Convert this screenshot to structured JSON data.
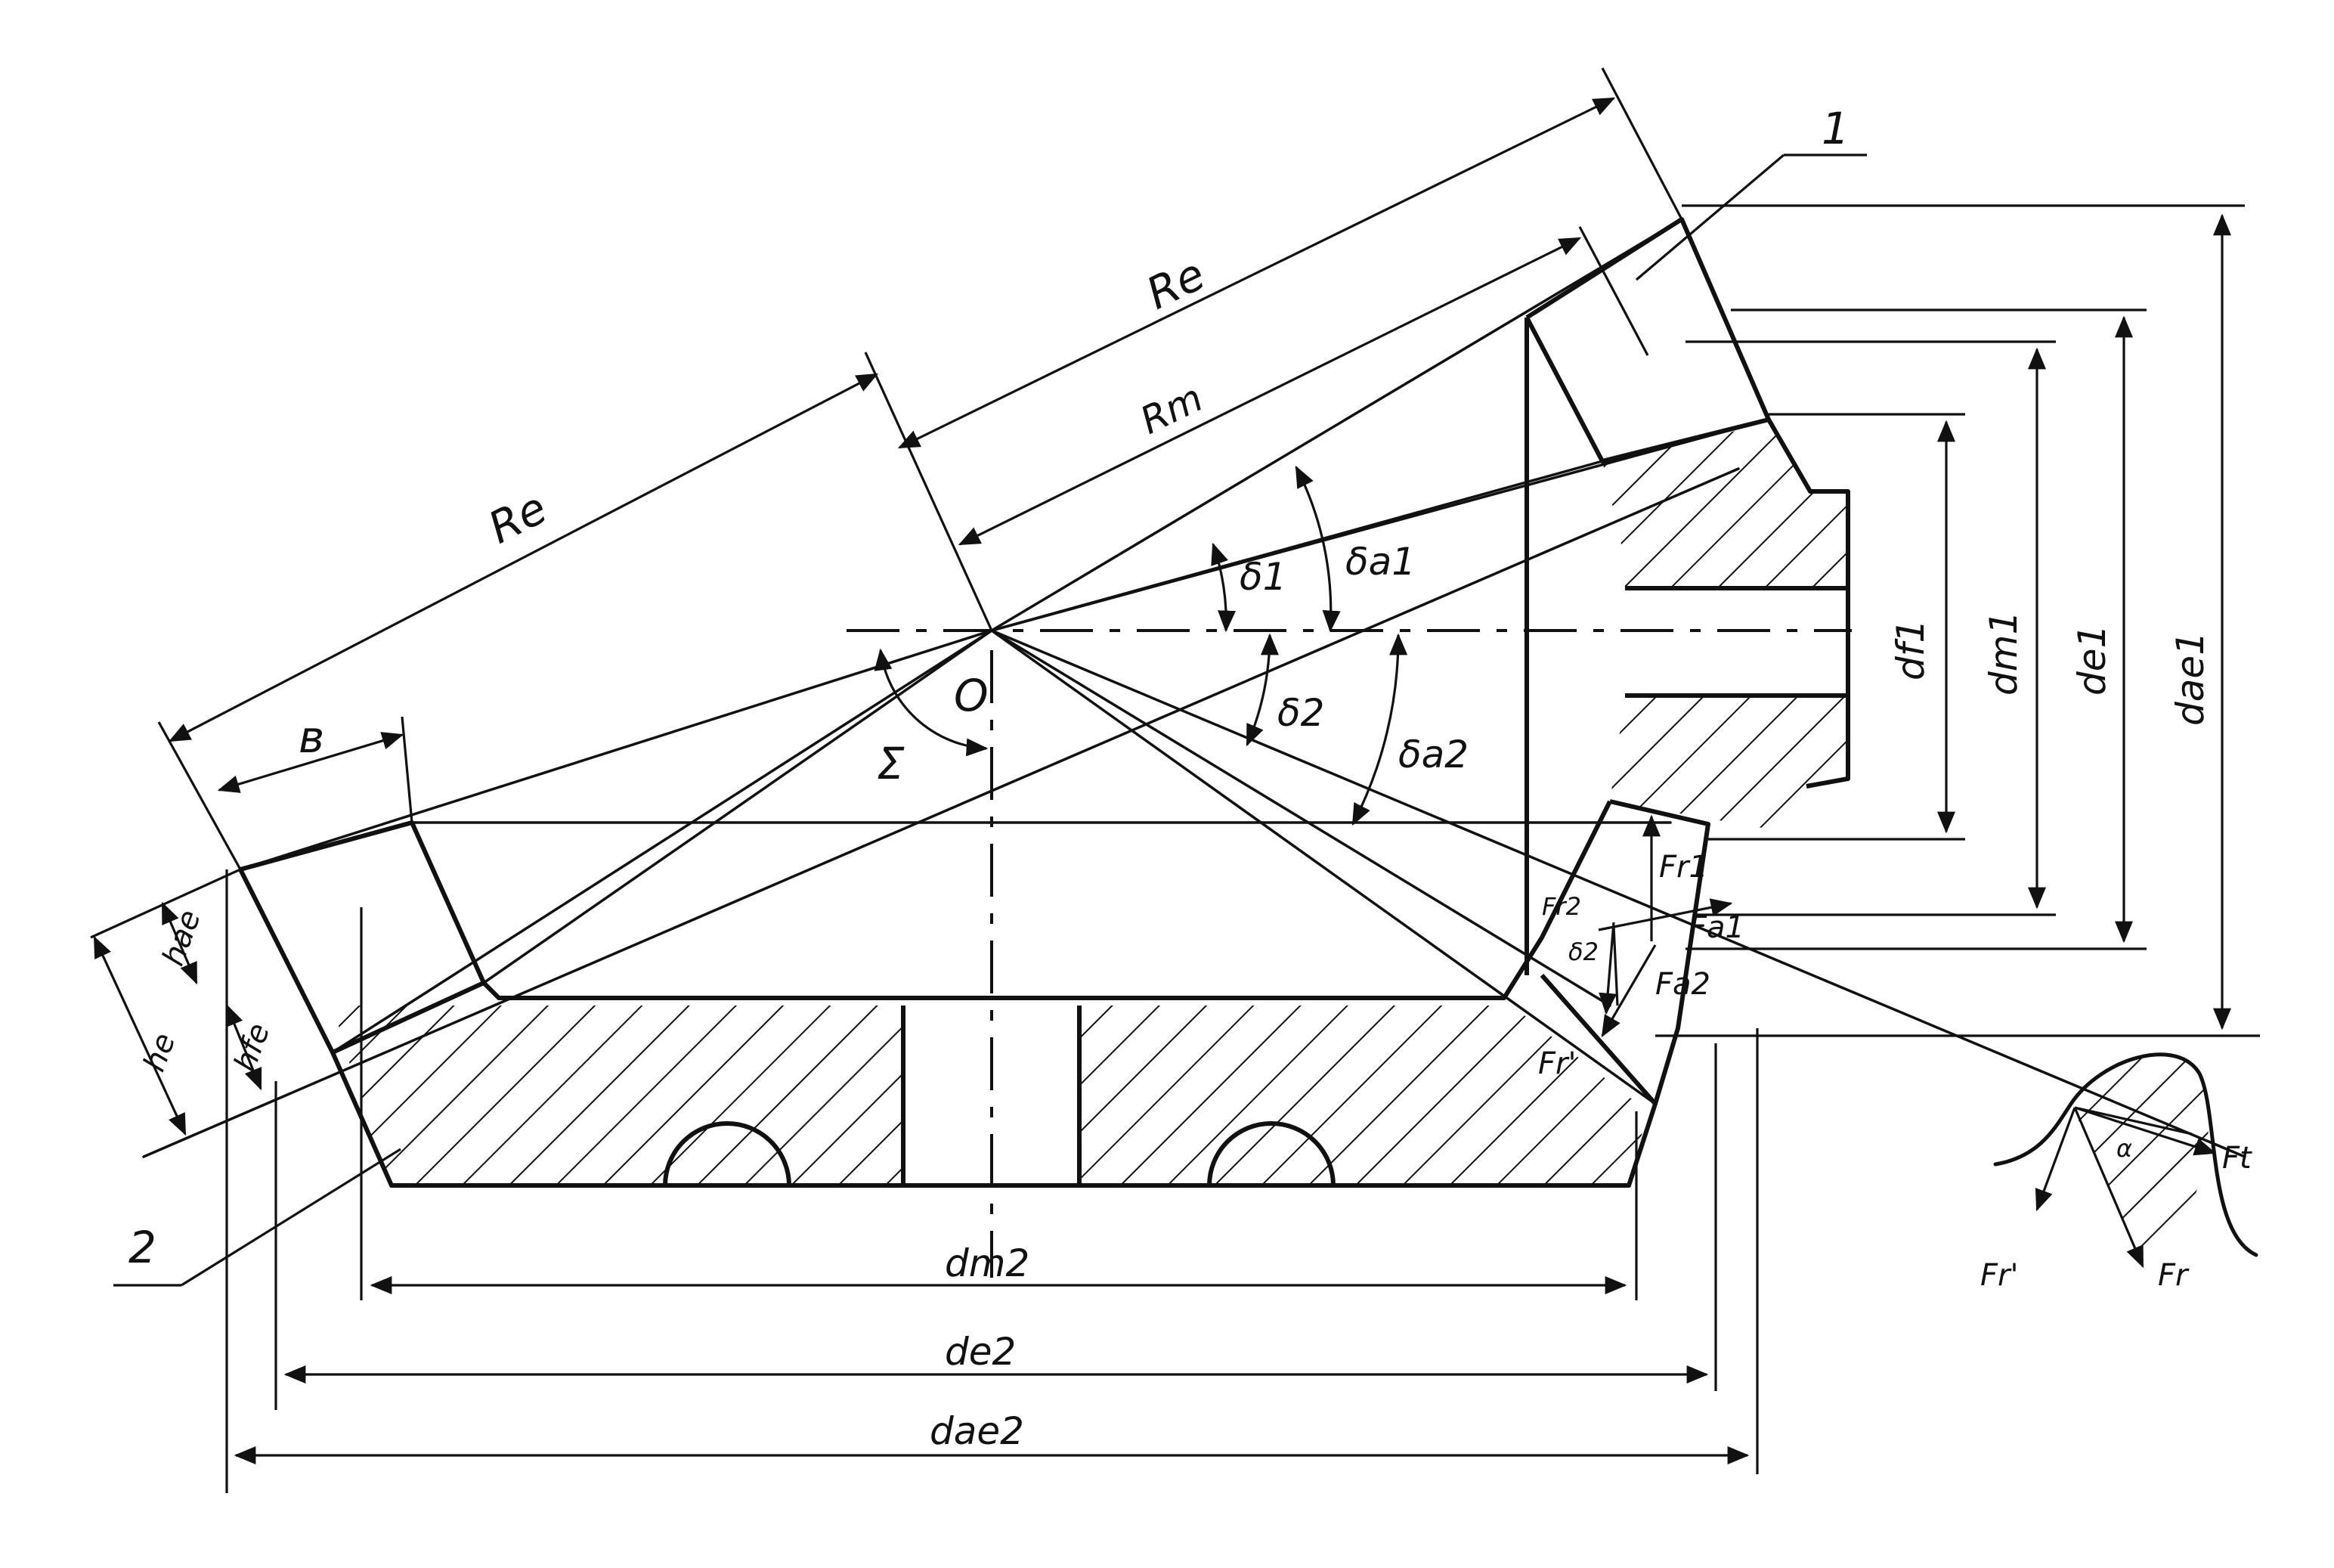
{
  "labels": {
    "part_1": "1",
    "part_2": "2",
    "apex": "O",
    "shaft_angle": "Σ",
    "re_upper": "Re",
    "re_lower": "Re",
    "rm": "Rm",
    "face_width": "в",
    "delta_1": "δ1",
    "delta_a1": "δa1",
    "delta_2": "δ2",
    "delta_a2": "δa2",
    "df1": "df1",
    "dm1": "dm1",
    "de1": "de1",
    "dae1": "dae1",
    "dm2": "dm2",
    "de2": "de2",
    "dae2": "dae2",
    "hae": "hae",
    "he": "he",
    "hfe": "hfe",
    "fr1": "Fr1",
    "fa1": "Fa1",
    "fr2": "Fr2",
    "fa2": "Fa2",
    "fr_prime": "Fr'",
    "delta_2_small": "δ2",
    "ft": "Ft",
    "fr": "Fr",
    "fr_prime_detail": "Fr'",
    "alpha": "α"
  },
  "colors": {
    "ink": "#111111",
    "paper": "#ffffff"
  }
}
